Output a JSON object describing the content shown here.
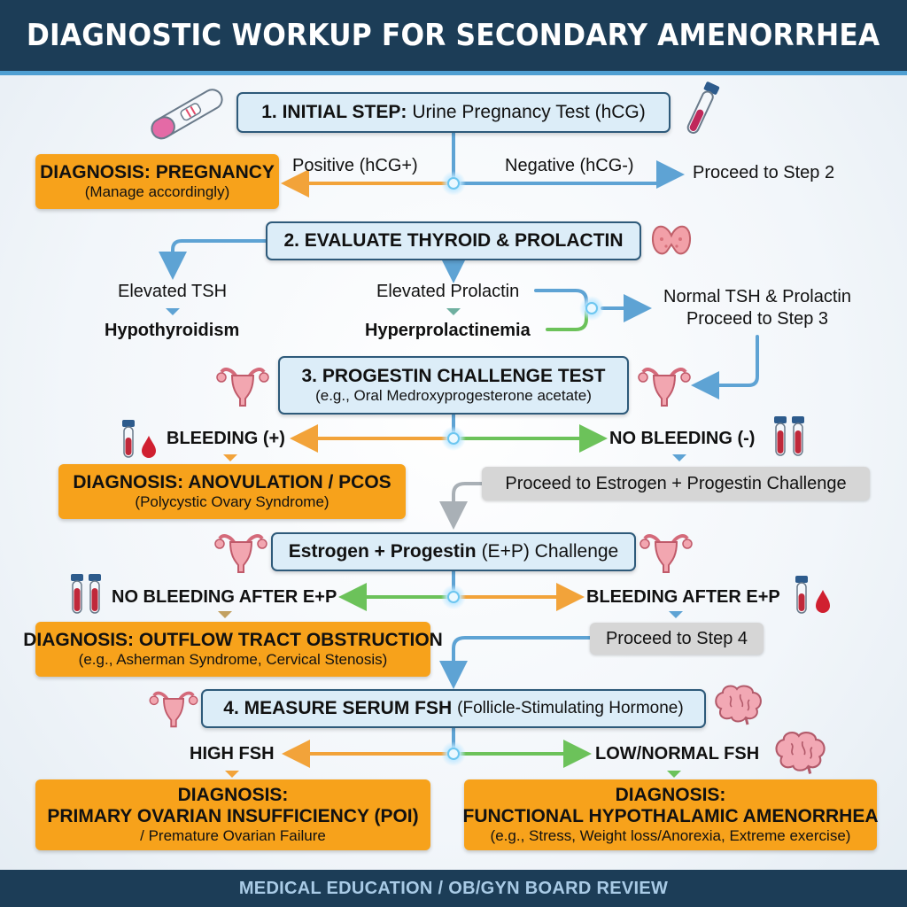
{
  "title": "DIAGNOSTIC WORKUP FOR SECONDARY AMENORRHEA",
  "footer": "MEDICAL EDUCATION / OB/GYN BOARD REVIEW",
  "step1": {
    "lead": "1. INITIAL STEP:",
    "rest": "Urine Pregnancy Test (hCG)",
    "positive": "Positive (hCG+)",
    "negative": "Negative (hCG-)",
    "proceed": "Proceed to Step 2",
    "diag_title": "DIAGNOSIS: PREGNANCY",
    "diag_sub": "(Manage accordingly)"
  },
  "step2": {
    "title": "2. EVALUATE THYROID & PROLACTIN",
    "tsh": "Elevated TSH",
    "hypo": "Hypothyroidism",
    "prl": "Elevated Prolactin",
    "hyperprl": "Hyperprolactinemia",
    "normal_1": "Normal TSH & Prolactin",
    "normal_2": "Proceed to Step 3"
  },
  "step3": {
    "title": "3. PROGESTIN CHALLENGE TEST",
    "sub": "(e.g., Oral Medroxyprogesterone acetate)",
    "bleeding": "BLEEDING (+)",
    "no_bleeding": "NO BLEEDING (-)",
    "diag_title": "DIAGNOSIS: ANOVULATION / PCOS",
    "diag_sub": "(Polycystic Ovary Syndrome)",
    "proceed": "Proceed to Estrogen + Progestin Challenge"
  },
  "ep": {
    "lead": "Estrogen + Progestin",
    "rest": "(E+P) Challenge",
    "no_bleeding": "NO BLEEDING AFTER E+P",
    "bleeding": "BLEEDING AFTER E+P",
    "diag_title": "DIAGNOSIS: OUTFLOW TRACT OBSTRUCTION",
    "diag_sub": "(e.g., Asherman Syndrome, Cervical Stenosis)",
    "proceed": "Proceed to Step 4"
  },
  "step4": {
    "lead": "4. MEASURE SERUM FSH",
    "rest": "(Follicle-Stimulating Hormone)",
    "high": "HIGH FSH",
    "low": "LOW/NORMAL FSH",
    "poi_1": "DIAGNOSIS:",
    "poi_2": "PRIMARY OVARIAN INSUFFICIENCY (POI)",
    "poi_3": "/ Premature Ovarian Failure",
    "fha_1": "DIAGNOSIS:",
    "fha_2": "FUNCTIONAL HYPOTHALAMIC AMENORRHEA",
    "fha_3": "(e.g., Stress, Weight loss/Anorexia, Extreme exercise)"
  },
  "colors": {
    "header": "#1c3d57",
    "step_fill": "#dcedf8",
    "diagnosis": "#f7a21b",
    "arrow_blue": "#5ea3d4",
    "arrow_orange": "#f2a33a",
    "arrow_green": "#6cc25a"
  },
  "icons": [
    "pregnancy-test-icon",
    "blood-tube-icon",
    "thyroid-icon",
    "uterus-icon",
    "blood-drop-icon",
    "brain-icon"
  ]
}
